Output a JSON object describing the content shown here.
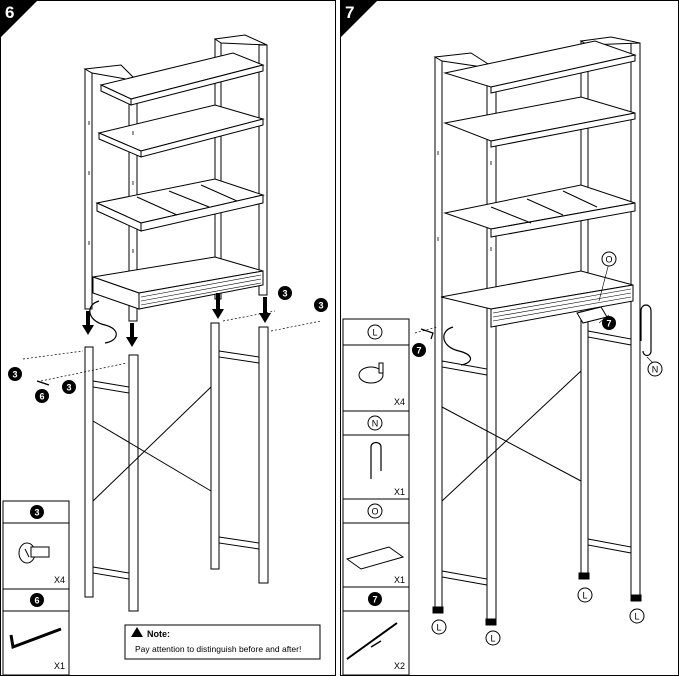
{
  "steps": {
    "left": "6",
    "right": "7"
  },
  "parts_left": [
    {
      "id": "3",
      "qty": "X4"
    },
    {
      "id": "6",
      "qty": "X1"
    }
  ],
  "parts_right": [
    {
      "id": "L",
      "qty": "X4"
    },
    {
      "id": "N",
      "qty": "X1"
    },
    {
      "id": "O",
      "qty": "X1"
    },
    {
      "id": "7",
      "qty": "X2"
    }
  ],
  "callouts_left": {
    "screw_a": "3",
    "screw_b": "3",
    "screw_c": "3",
    "screw_d": "3",
    "wrench": "6"
  },
  "callouts_right": {
    "bolt_left": "7",
    "bolt_right": "7",
    "plate": "O",
    "hook": "N",
    "foot_1": "L",
    "foot_2": "L",
    "foot_3": "L",
    "foot_4": "L"
  },
  "note": {
    "title": "Note:",
    "text": "Pay attention to distinguish before and after!"
  }
}
